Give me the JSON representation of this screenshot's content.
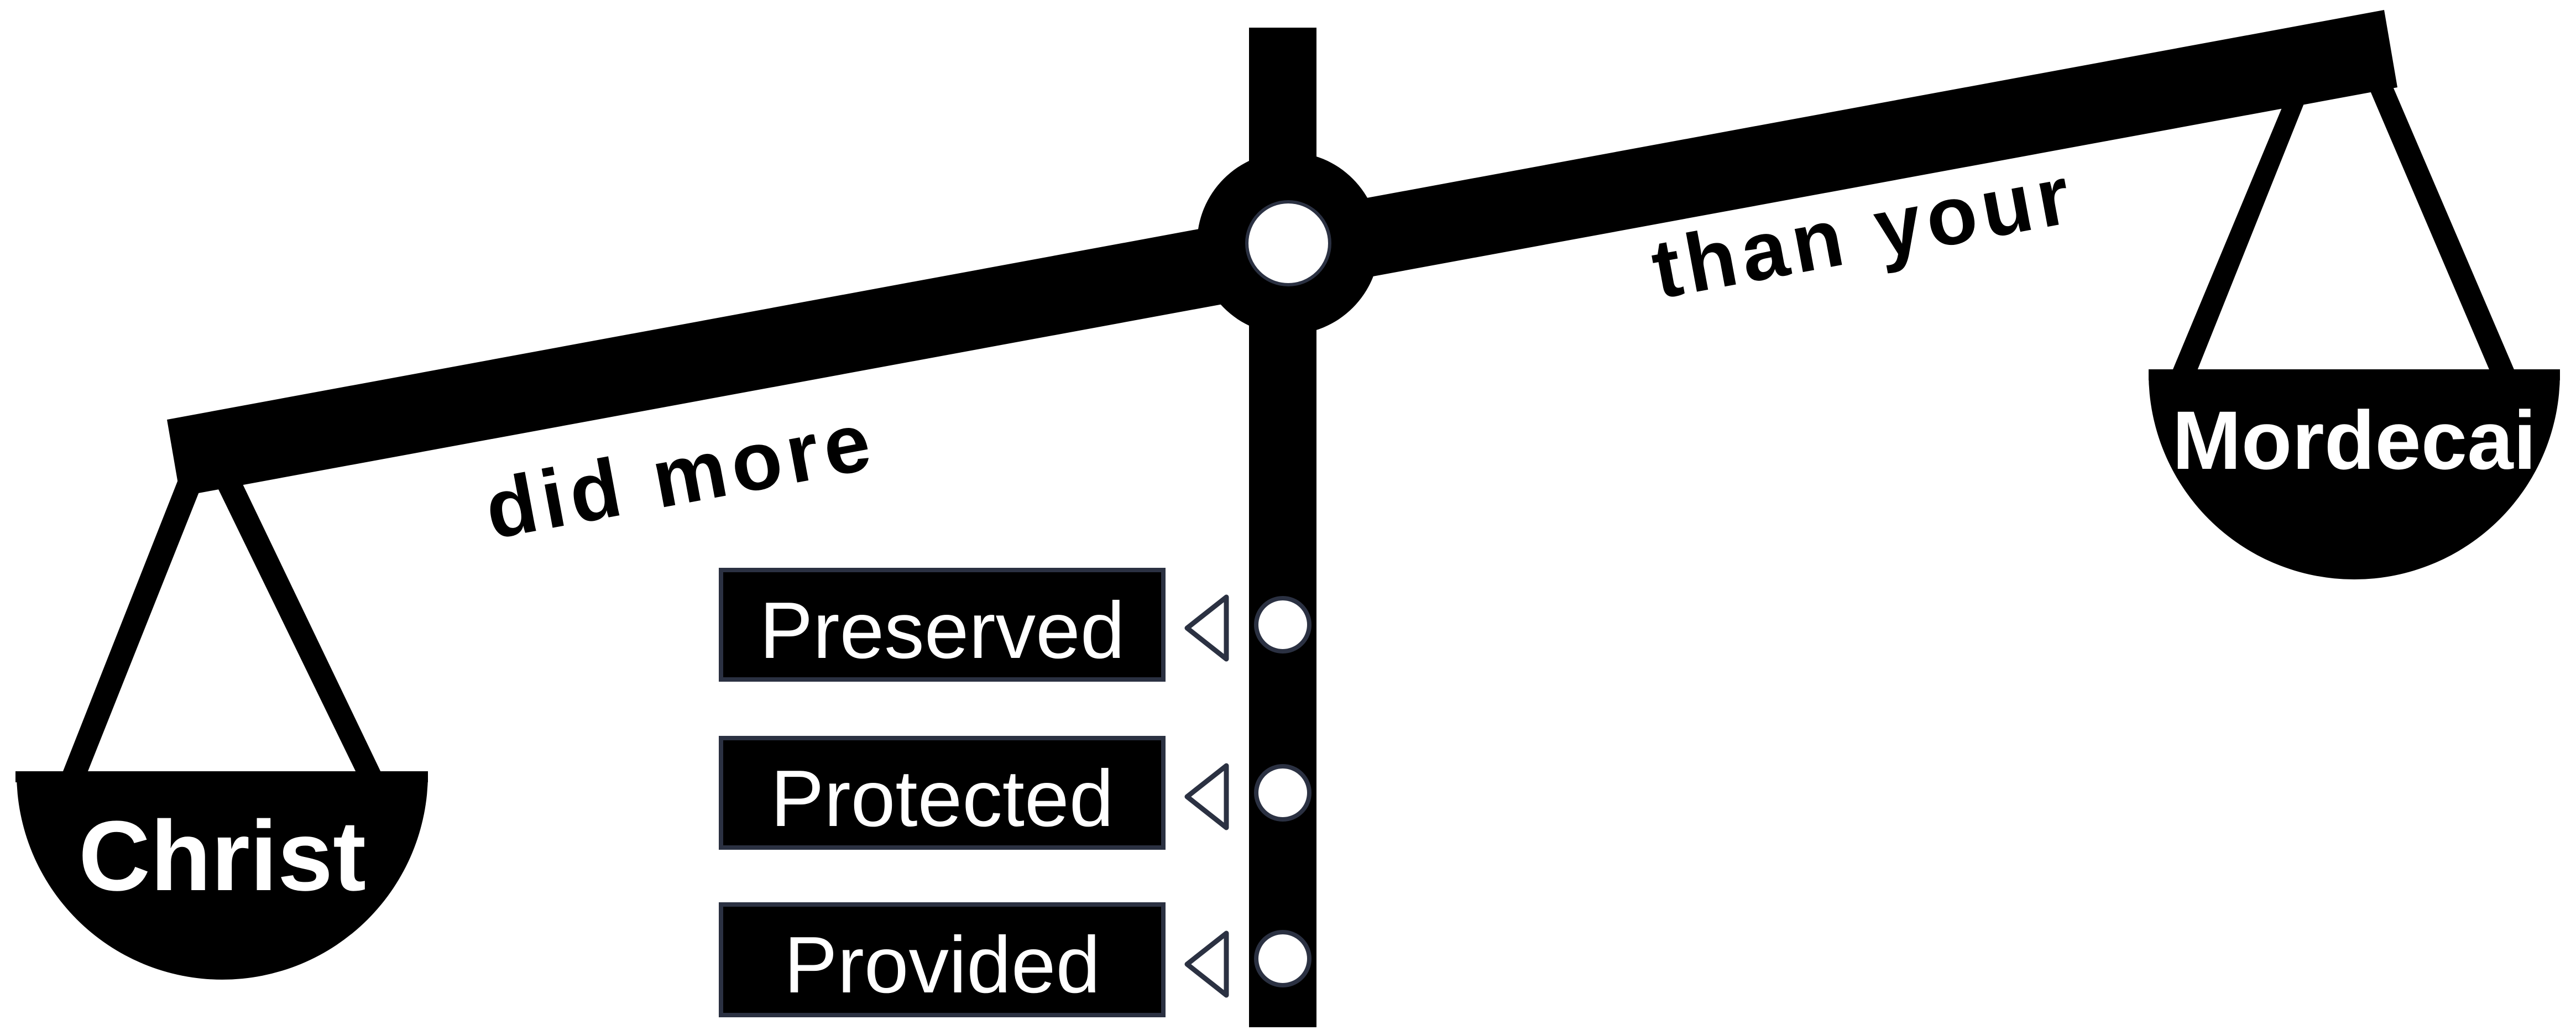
{
  "left_pan": {
    "label": "Christ"
  },
  "right_pan": {
    "label": "Mordecai"
  },
  "beam_phrases": {
    "left": "did more",
    "right": "than your"
  },
  "list_items": [
    {
      "label": "Preserved"
    },
    {
      "label": "Protected"
    },
    {
      "label": "Provided"
    }
  ],
  "colors": {
    "ink": "#000000",
    "paper": "#ffffff",
    "box_border": "#2b3142"
  }
}
